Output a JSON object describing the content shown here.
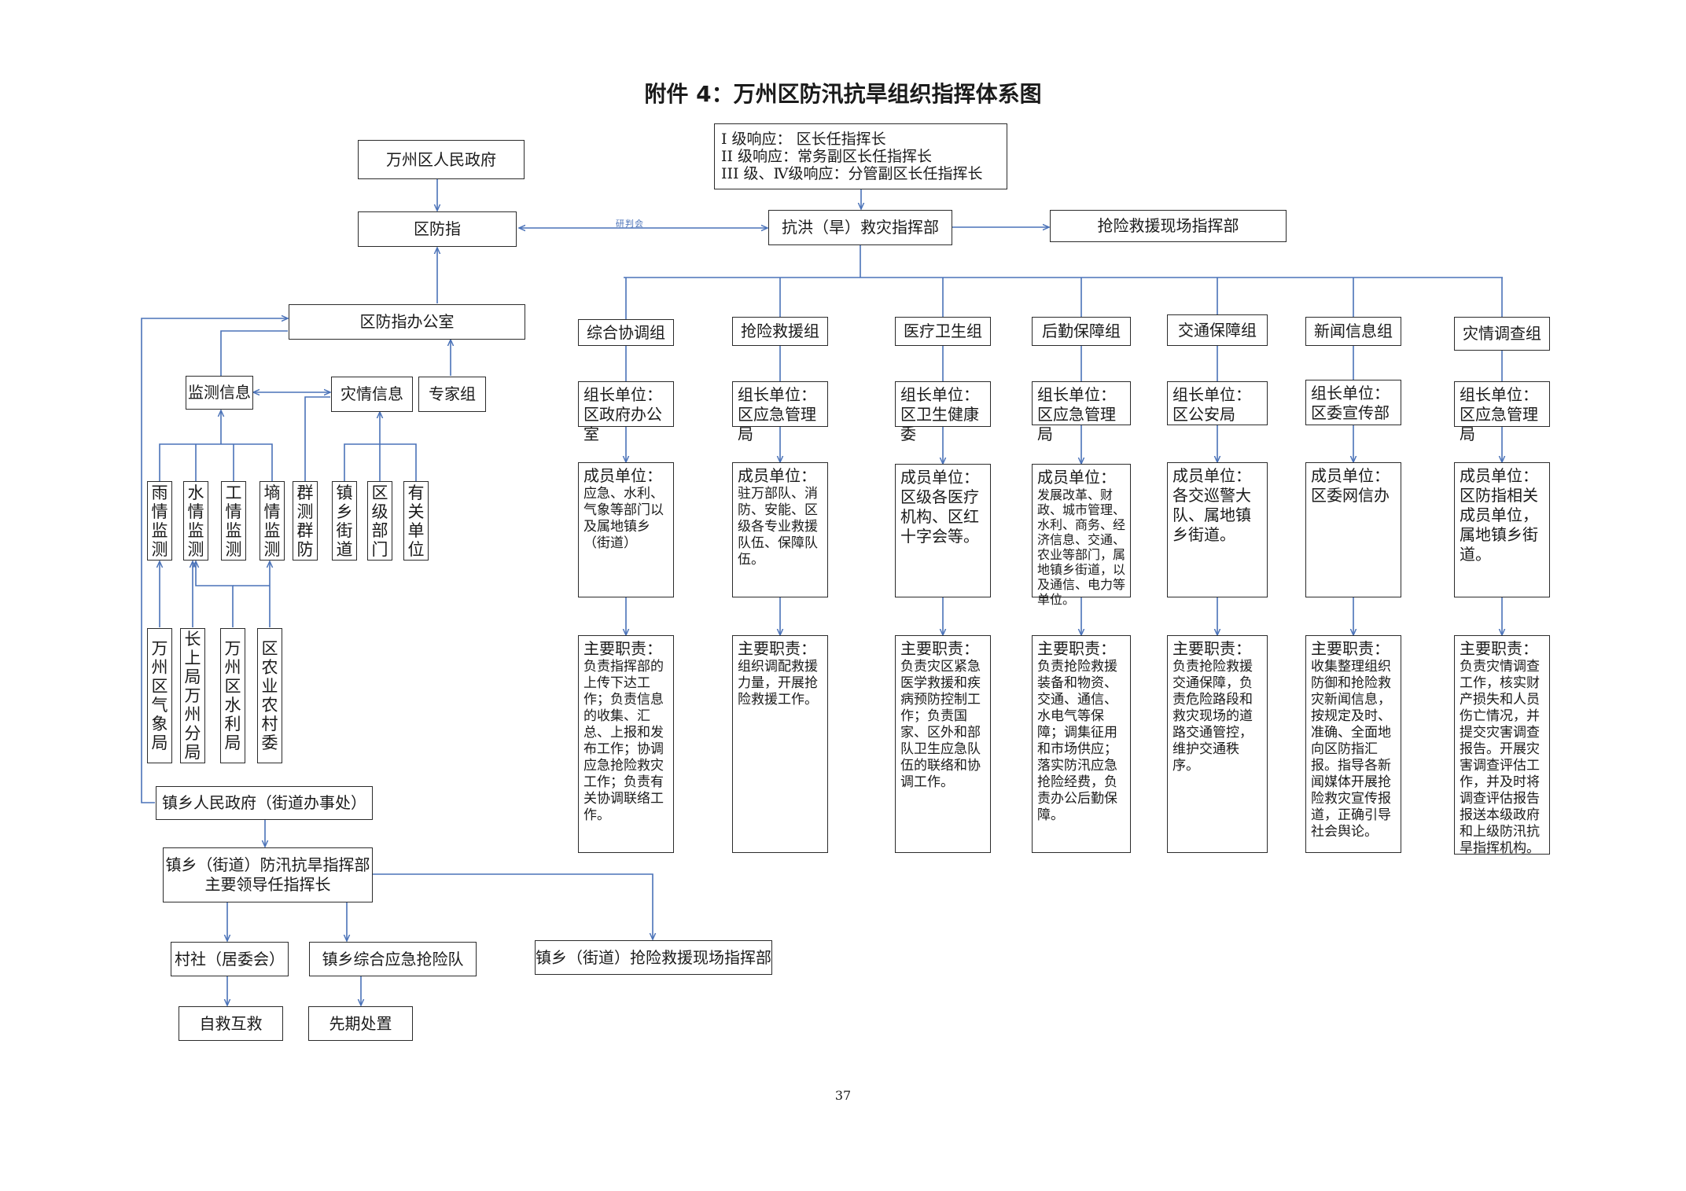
{
  "title": "附件 4：万州区防汛抗旱组织指挥体系图",
  "page_number": "37",
  "colors": {
    "connector": "#4a72b8",
    "border": "#2b2b2b"
  },
  "response_levels": [
    "I 级响应：  区长任指挥长",
    "II 级响应：常务副区长任指挥长",
    "III 级、Ⅳ级响应：分管副区长任指挥长"
  ],
  "left": {
    "government": "万州区人民政府",
    "flood_control_office_short": "区防指",
    "office": "区防指办公室",
    "monitoring_info": "监测信息",
    "disaster_info": "灾情信息",
    "expert_group": "专家组",
    "monitors": [
      "雨情监测",
      "水情监测",
      "工情监测",
      "墒情监测"
    ],
    "mass_monitoring": "群测群防",
    "disaster_sources": [
      "镇乡街道",
      "区级部门",
      "有关单位"
    ],
    "agencies": [
      "万州区气象局",
      "长上局万州分局",
      "万州区水利局",
      "区农业农村委"
    ],
    "town_government": "镇乡人民政府（街道办事处）",
    "town_hq_line1": "镇乡（街道）防汛抗旱指挥部",
    "town_hq_line2": "主要领导任指挥长",
    "village": "村社（居委会）",
    "town_team": "镇乡综合应急抢险队",
    "town_field_hq": "镇乡（街道）抢险救援现场指挥部",
    "self_rescue": "自救互救",
    "first_response": "先期处置"
  },
  "center": {
    "command_hq": "抗洪（旱）救灾指挥部",
    "field_hq": "抢险救援现场指挥部",
    "link_label": "研判会"
  },
  "groups": [
    {
      "name": "综合协调组",
      "lead_label": "组长单位：",
      "lead": "区政府办公室",
      "member_label": "成员单位：",
      "members": "应急、水利、气象等部门以及属地镇乡（街道）",
      "duty_label": "主要职责：",
      "duties": "负责指挥部的上传下达工作；负责信息的收集、汇总、上报和发布工作；协调应急抢险救灾工作；负责有关协调联络工作。"
    },
    {
      "name": "抢险救援组",
      "lead_label": "组长单位：",
      "lead": "区应急管理局",
      "member_label": "成员单位：",
      "members": "驻万部队、消防、安能、区级各专业救援队伍、保障队伍。",
      "duty_label": "主要职责：",
      "duties": "组织调配救援力量，开展抢险救援工作。"
    },
    {
      "name": "医疗卫生组",
      "lead_label": "组长单位：",
      "lead": "区卫生健康委",
      "member_label": "成员单位：",
      "members": "区级各医疗机构、区红十字会等。",
      "duty_label": "主要职责：",
      "duties": "负责灾区紧急医学救援和疾病预防控制工作；负责国家、区外和部队卫生应急队伍的联络和协调工作。"
    },
    {
      "name": "后勤保障组",
      "lead_label": "组长单位：",
      "lead": "区应急管理局",
      "member_label": "成员单位：",
      "members": "发展改革、财政、城市管理、水利、商务、经济信息、交通、农业等部门，属地镇乡街道，以及通信、电力等单位。",
      "duty_label": "主要职责：",
      "duties": "负责抢险救援装备和物资、交通、通信、水电气等保障；调集征用和市场供应；落实防汛应急抢险经费，负责办公后勤保障。"
    },
    {
      "name": "交通保障组",
      "lead_label": "组长单位：",
      "lead": "区公安局",
      "member_label": "成员单位：",
      "members": "各交巡警大队、属地镇乡街道。",
      "duty_label": "主要职责：",
      "duties": "负责抢险救援交通保障，负责危险路段和救灾现场的道路交通管控，维护交通秩序。"
    },
    {
      "name": "新闻信息组",
      "lead_label": "组长单位：",
      "lead": "区委宣传部",
      "member_label": "成员单位：",
      "members": "区委网信办",
      "duty_label": "主要职责：",
      "duties": "收集整理组织防御和抢险救灾新闻信息，按规定及时、准确、全面地向区防指汇报。指导各新闻媒体开展抢险救灾宣传报道，正确引导社会舆论。"
    },
    {
      "name": "灾情调查组",
      "lead_label": "组长单位：",
      "lead": "区应急管理局",
      "member_label": "成员单位：",
      "members": "区防指相关成员单位，属地镇乡街道。",
      "duty_label": "主要职责：",
      "duties": "负责灾情调查工作，核实财产损失和人员伤亡情况，并提交灾害调查报告。开展灾害调查评估工作，并及时将调查评估报告报送本级政府和上级防汛抗旱指挥机构。"
    }
  ]
}
